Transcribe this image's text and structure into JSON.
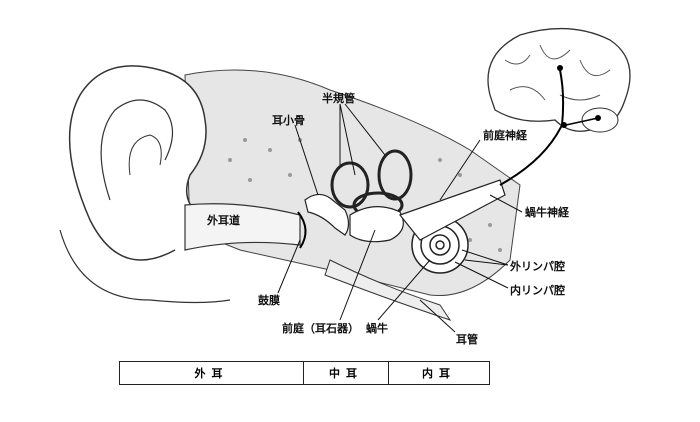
{
  "labels": {
    "semicircular_canals": "半規管",
    "ossicles": "耳小骨",
    "vestibular_nerve": "前庭神経",
    "cochlear_nerve": "蝸牛神経",
    "ear_canal": "外耳道",
    "perilymph_space": "外リンパ腔",
    "endolymph_space": "内リンパ腔",
    "eardrum": "鼓膜",
    "vestibule": "前庭（耳石器）",
    "cochlea": "蝸牛",
    "eustachian_tube": "耳管"
  },
  "regions": [
    "外耳",
    "中耳",
    "内耳"
  ]
}
